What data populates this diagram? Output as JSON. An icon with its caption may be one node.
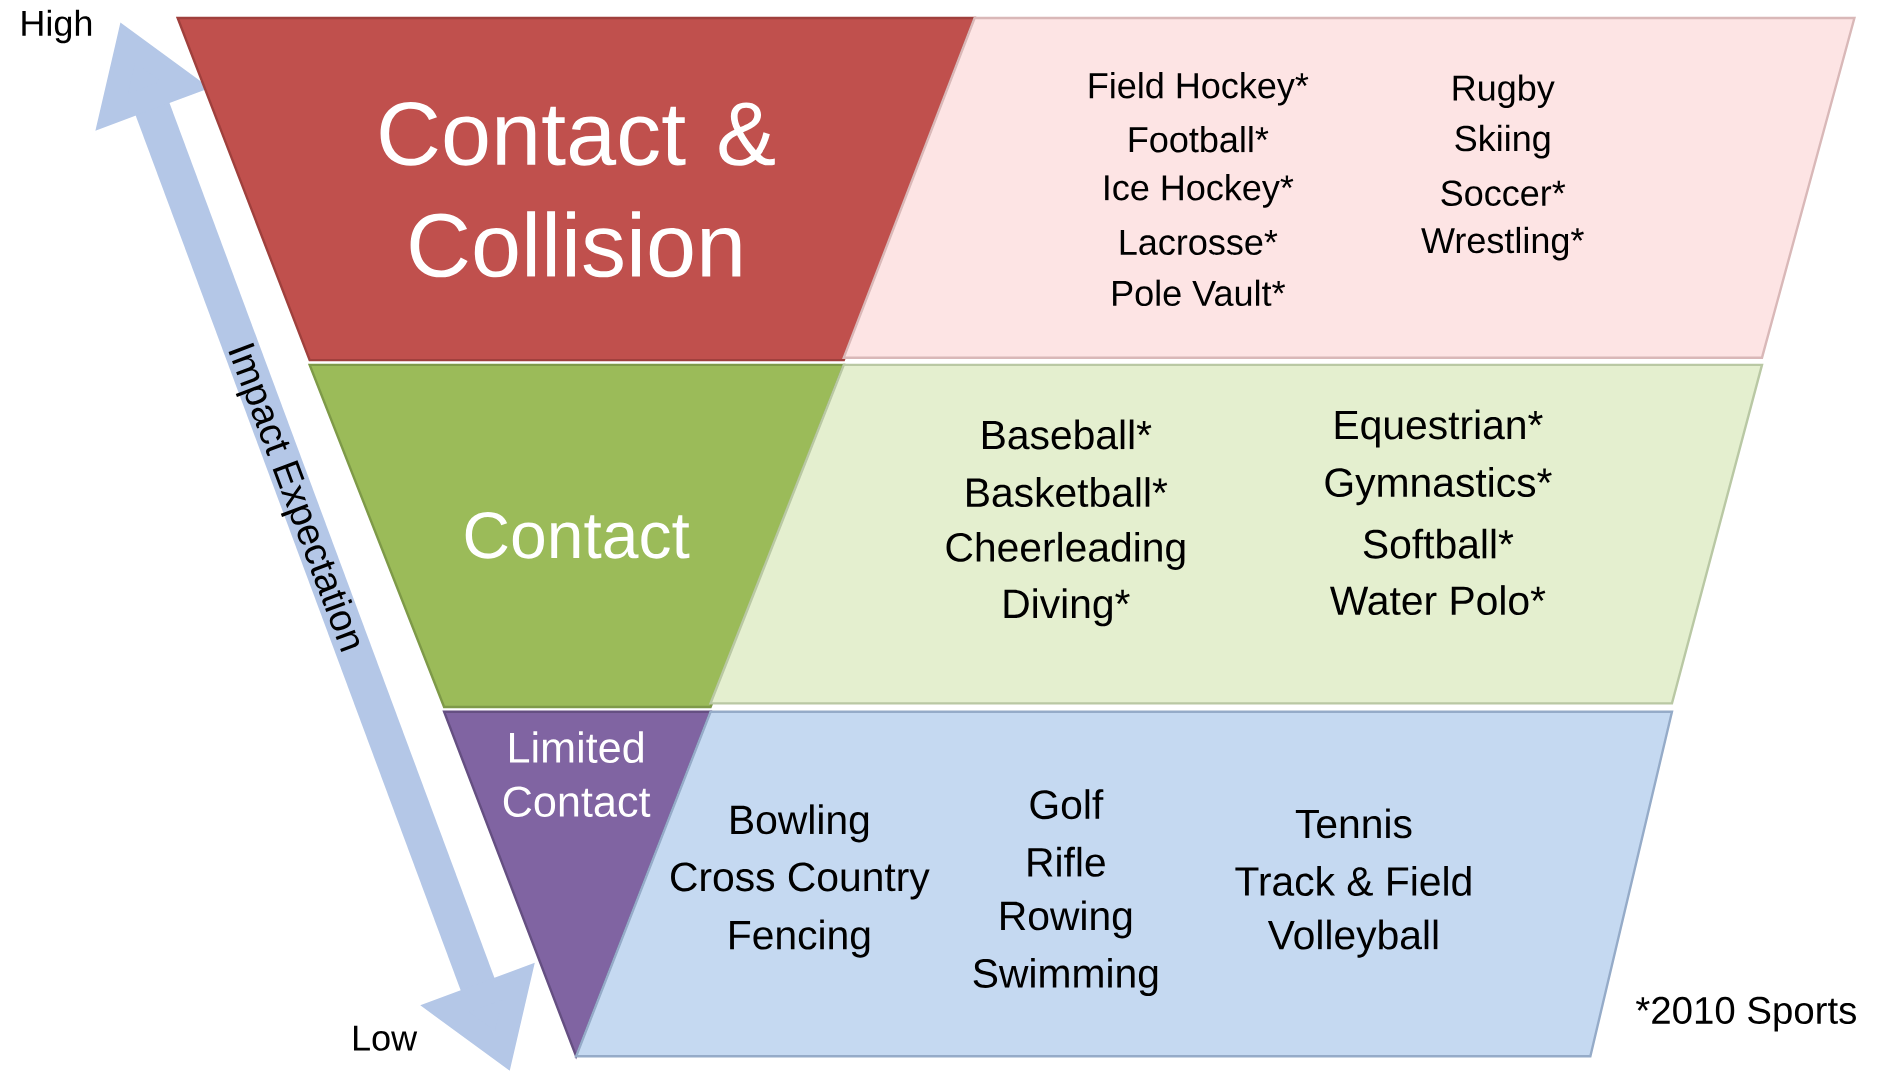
{
  "diagram": {
    "nodes": [
      {
        "text": [
          "Contact & Collision"
        ]
      },
      {
        "text": [
          "Field Hockey*",
          "Football*",
          "Ice Hockey*",
          "Lacrosse*",
          "Pole Vault*",
          "Rugby",
          "Skiing",
          "Soccer*",
          "Wrestling*"
        ]
      },
      {
        "text": [
          "Contact"
        ]
      },
      {
        "text": [
          "Baseball*",
          "Basketball*",
          "Cheerleading",
          "Diving*",
          "Equestrian*",
          "Gymnastics*",
          "Softball*",
          "Water Polo*"
        ]
      },
      {
        "text": [
          "Limited Contact"
        ]
      },
      {
        "text": [
          "Bowling",
          "Cross Country",
          "Fencing",
          "Golf",
          "Rifle",
          "Rowing",
          "Swimming",
          "Tennis",
          "Track & Field",
          "Volleyball"
        ]
      }
    ],
    "labels": [
      "High",
      "Impact Expectation",
      "Low",
      "*2010 Sports"
    ]
  }
}
